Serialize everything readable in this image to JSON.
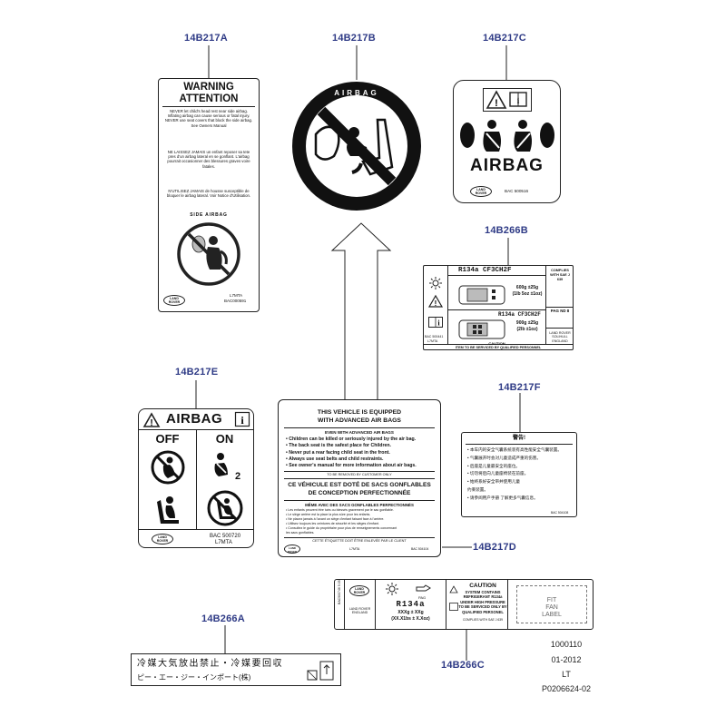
{
  "callouts": {
    "a": "14B217A",
    "b": "14B217B",
    "c": "14B217C",
    "b266b": "14B266B",
    "e": "14B217E",
    "f": "14B217F",
    "d": "14B217D",
    "a266": "14B266A",
    "c266": "14B266C"
  },
  "label_a": {
    "title1": "WARNING",
    "title2": "ATTENTION",
    "en_text": "NEVER let child's head rest near side airbag. Inflating airbag can cause serious or fatal injury. NEVER use seat covers that block the side airbag. See Owners Manual",
    "fr_text1": "NE LAISSEZ JAMAIS un enfant reposer sa tete pres d'un airbag lateral en se gonflant. L'airbag pourrait occasionner des blessures graves voire fatales.",
    "fr_text2": "N'UTILISEZ JAMAIS de housse susceptible de bloquer le airbag lateral. Voir Notice d'Utilisation.",
    "ring_text": "SIDE AIRBAG",
    "logo": "LAND ROVER",
    "part1": "L7MTA",
    "part2": "BAC000591"
  },
  "label_b": {
    "ring_text": "AIRBAG"
  },
  "label_c": {
    "airbag": "AIRBAG",
    "logo": "LAND ROVER",
    "part": "BAC 500516"
  },
  "label_266b": {
    "refrigerant1": "R134a CF3CH2F",
    "qty1_a": "600g ±25g",
    "qty1_b": "(1lb 5oz ±1oz)",
    "refrigerant2": "R134a CF3CH2F",
    "qty2_a": "900g ±25g",
    "qty2_b": "(2lb ±1oz)",
    "complies": "COMPLIES WITH SAE J 639",
    "pag": "PAG ND 8",
    "maker": "LAND ROVER SOLIHULL ENGLAND",
    "part": "BAC 500441",
    "mta": "L7MTA",
    "caution": "CAUTION",
    "service": "ITEM TO BE SERVICED BY QUALIFIED PERSONNEL"
  },
  "label_e": {
    "airbag": "AIRBAG",
    "off": "OFF",
    "on": "ON",
    "two": "2",
    "logo": "LAND ROVER",
    "part1": "BAC 500720",
    "part2": "L7MTA"
  },
  "label_f": {
    "title": "警告!",
    "lines": [
      "• 本车内的安全气囊系统装有高性能安全气囊装置。",
      "• 气囊展开时会对儿童造成严重的伤害。",
      "• 后座是儿童最安全的座位。",
      "• 切勿将后向儿童座椅装在前座。",
      "• 始终系好安全带并使用儿童",
      "  约束装置。",
      "• 请参阅用户手册 了解更多气囊信息。"
    ],
    "part": "BAC 504108"
  },
  "label_d": {
    "h1": "THIS VEHICLE IS EQUIPPED",
    "h2": "WITH ADVANCED AIR BAGS",
    "sub": "EVEN WITH ADVANCED AIR BAGS",
    "bullets": [
      "• Children can be killed or seriously injured by the air bag.",
      "• The back seat is the safest place for Children.",
      "• Never put a rear facing child seat in the front.",
      "• Always use seat belts and child restraints.",
      "• See owner's manual for more information about air bags."
    ],
    "remove_en": "TO BE REMOVED BY CUSTOMER ONLY",
    "fr_h1": "CE VÉHICULE EST DOTÉ DE SACS GONFLABLES",
    "fr_h2": "DE CONCEPTION PERFECTIONNÉE",
    "fr_sub": "MÊME AVEC DES SACS GONFLABLES PERFECTIONNÉS",
    "fr_bullets": [
      "• Les enfants peuvent être tués ou blessés gravement par le sac gonflable.",
      "• Le siège arrière est la place la plus sûre pour les enfants.",
      "• Ne placez jamais à l'avant un siège d'enfant faisant face à l'arrière.",
      "• Utilisez toujours les ceintures de sécurité et les sièges d'enfant.",
      "• Consultez le guide du propriétaire pour plus de renseignements concernant",
      "  les sacs gonflables."
    ],
    "remove_fr": "CETTE ÉTIQUETTE DOIT ÊTRE ENLEVÉE PAR LE CLIENT",
    "logo": "LAND ROVER",
    "mta": "L7MTA",
    "part": "BAC 504104"
  },
  "label_266c": {
    "side_code": "BAC500746 5.05",
    "logo": "LAND ROVER",
    "maker": "LAND ROVER ENGLAND",
    "pag": "PAG",
    "refrigerant": "R134a",
    "qty1": "XXXg ± XXg",
    "qty2": "(XX.X1bs ± X.Xoz)",
    "caution": "CAUTION",
    "warn": "SYSTEM CONTAINS REFRIGERANT R134a UNDER HIGH PRESSURE TO BE SERVICED ONLY BY QUALIFIED PERSONEL",
    "complies": "COMPLIES WITH SAE J 639",
    "fit1": "FIT",
    "fit2": "FAN",
    "fit3": "LABEL"
  },
  "label_266a": {
    "line1": "冷媒大気放出禁止・冷媒要回収",
    "line2": "ピー・エー・ジー・インポート(株)"
  },
  "ref": {
    "r1": "1000110",
    "r2": "01-2012",
    "r3": "LT",
    "r4": "P0206624-02"
  },
  "colors": {
    "callout": "#2f3b86",
    "ink": "#111111"
  }
}
